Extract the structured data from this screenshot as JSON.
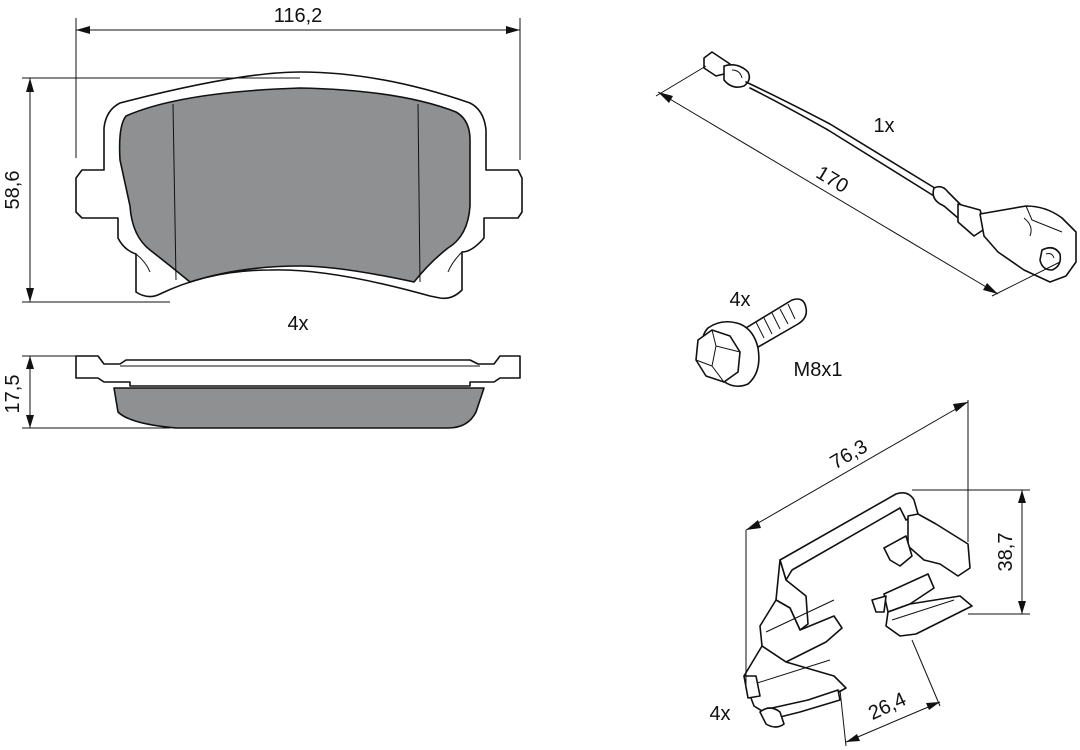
{
  "pad": {
    "width_label": "116,2",
    "height_label": "58,6",
    "thickness_label": "17,5",
    "quantity_label": "4x"
  },
  "wear_sensor": {
    "length_label": "170",
    "quantity_label": "1x"
  },
  "bolt": {
    "quantity_label": "4x",
    "thread_label": "M8x1"
  },
  "clip": {
    "length_label": "76,3",
    "height_label": "38,7",
    "width_label": "26,4",
    "quantity_label": "4x"
  },
  "colors": {
    "friction_material": "#8e9092",
    "line": "#111111",
    "background": "#ffffff"
  }
}
